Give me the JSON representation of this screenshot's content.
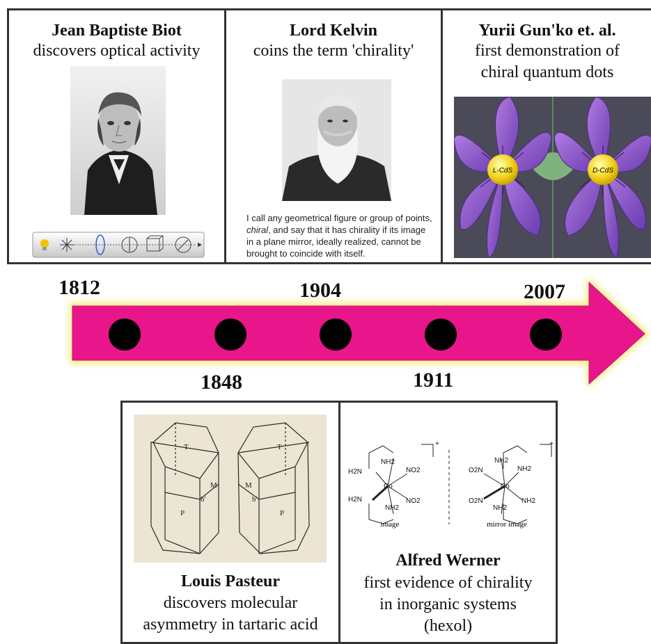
{
  "panels": {
    "biot": {
      "name": "Jean Baptiste Biot",
      "desc": "discovers optical activity"
    },
    "kelvin": {
      "name": "Lord Kelvin",
      "desc": "coins the term 'chirality'",
      "quote": {
        "before": "I call any geometrical figure or group of points, ",
        "emph": "chiral",
        "after": ", and say that it has chirality if its image in a plane mirror, ideally realized, cannot be brought to coincide with itself."
      }
    },
    "gunko": {
      "name": "Yurii Gun'ko et. al.",
      "desc_line1": "first demonstration of",
      "desc_line2": "chiral quantum dots",
      "qd_left": "L-CdS",
      "qd_right": "D-CdS"
    },
    "pasteur": {
      "name": "Louis Pasteur",
      "desc_line1": "discovers molecular",
      "desc_line2": "asymmetry in tartaric acid",
      "labels": [
        "T",
        "P",
        "M",
        "b'",
        "T",
        "P",
        "M",
        "b'"
      ]
    },
    "werner": {
      "name": "Alfred Werner",
      "desc_line1": "first evidence of chirality",
      "desc_line2": "in inorganic systems",
      "desc_line3": "(hexol)",
      "left_caption": "image",
      "right_caption": "mirror image",
      "atoms": {
        "co": "Co",
        "nh2": "NH2",
        "h2n": "H2N",
        "no2": "NO2",
        "o2n": "O2N",
        "charge": "+"
      }
    }
  },
  "timeline": {
    "years_top": [
      "1812",
      "1904",
      "2007"
    ],
    "years_bottom": [
      "1848",
      "1911"
    ],
    "arrow_color": "#e8168a",
    "glow_color": "#f7f2a0"
  }
}
